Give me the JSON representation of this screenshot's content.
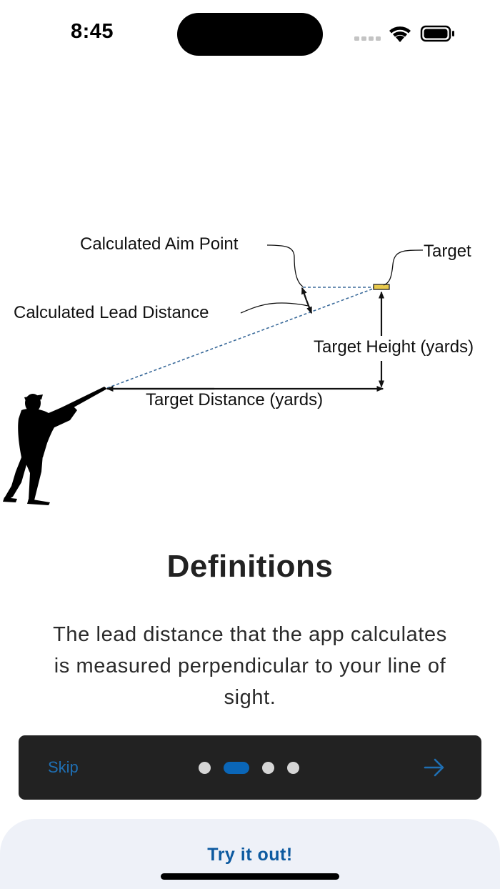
{
  "status_bar": {
    "time": "8:45"
  },
  "diagram": {
    "labels": {
      "aim_point": "Calculated Aim Point",
      "target": "Target",
      "lead_distance": "Calculated Lead Distance",
      "target_height": "Target Height (yards)",
      "target_distance": "Target Distance (yards)"
    },
    "colors": {
      "line_of_sight": "#3a6a9a",
      "target_fill": "#e8c94c"
    }
  },
  "content": {
    "heading": "Definitions",
    "description": "The lead distance that the app calculates is measured perpendicular to your line of sight."
  },
  "pager": {
    "skip_label": "Skip",
    "page_count": 4,
    "current_page": 2,
    "next_icon": "arrow-right-icon"
  },
  "cta": {
    "label": "Try it out!"
  },
  "colors": {
    "accent": "#0a66b8",
    "pager_background": "#222222",
    "cta_background": "#eef1f8"
  }
}
